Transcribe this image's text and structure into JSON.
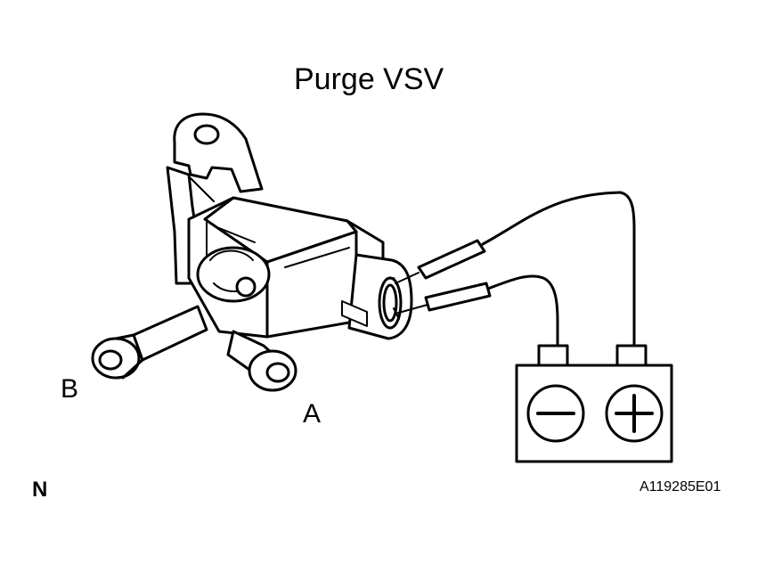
{
  "diagram": {
    "title": "Purge VSV",
    "port_b_label": "B",
    "port_a_label": "A",
    "corner_mark": "N",
    "figure_id": "A119285E01",
    "battery": {
      "negative_symbol": "−",
      "positive_symbol": "+"
    }
  }
}
